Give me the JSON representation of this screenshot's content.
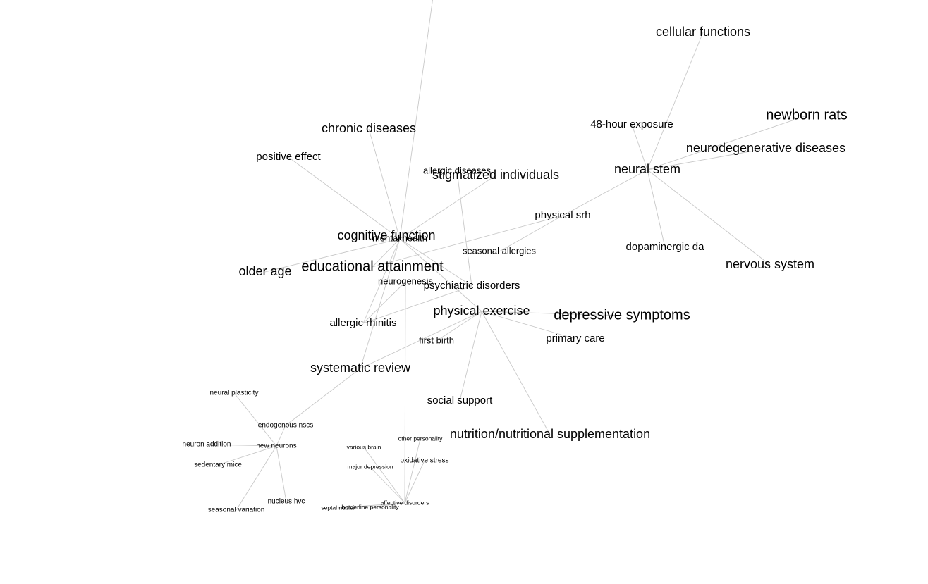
{
  "graph": {
    "nodes": [
      {
        "id": "cellular_functions",
        "label": "cellular functions",
        "tier": 3
      },
      {
        "id": "newborn_rats",
        "label": "newborn rats",
        "tier": 4
      },
      {
        "id": "exposure_48h",
        "label": "48-hour exposure",
        "tier": 2
      },
      {
        "id": "neurodegenerative_diseases",
        "label": "neurodegenerative diseases",
        "tier": 3
      },
      {
        "id": "neural_stem",
        "label": "neural stem",
        "tier": 3
      },
      {
        "id": "dopaminergic_da",
        "label": "dopaminergic da",
        "tier": 2
      },
      {
        "id": "nervous_system",
        "label": "nervous system",
        "tier": 3
      },
      {
        "id": "chronic_diseases",
        "label": "chronic diseases",
        "tier": 3
      },
      {
        "id": "positive_effect",
        "label": "positive effect",
        "tier": 2
      },
      {
        "id": "allergic_diseases",
        "label": "allergic diseases",
        "tier": 1
      },
      {
        "id": "stigmatized_individuals",
        "label": "stigmatized individuals",
        "tier": 3
      },
      {
        "id": "physical_srh",
        "label": "physical srh",
        "tier": 2
      },
      {
        "id": "cognitive_function",
        "label": "cognitive function",
        "tier": 3
      },
      {
        "id": "mental_health",
        "label": "mental health",
        "tier": 1
      },
      {
        "id": "seasonal_allergies",
        "label": "seasonal allergies",
        "tier": 1
      },
      {
        "id": "older_age",
        "label": "older age",
        "tier": 3
      },
      {
        "id": "educational_attainment",
        "label": "educational attainment",
        "tier": 4
      },
      {
        "id": "neurogenesis",
        "label": "neurogenesis",
        "tier": 1
      },
      {
        "id": "psychiatric_disorders",
        "label": "psychiatric disorders",
        "tier": 2
      },
      {
        "id": "physical_exercise",
        "label": "physical exercise",
        "tier": 3
      },
      {
        "id": "depressive_symptoms",
        "label": "depressive symptoms",
        "tier": 4
      },
      {
        "id": "allergic_rhinitis",
        "label": "allergic rhinitis",
        "tier": 2
      },
      {
        "id": "primary_care",
        "label": "primary care",
        "tier": 2
      },
      {
        "id": "first_birth",
        "label": "first birth",
        "tier": 1
      },
      {
        "id": "systematic_review",
        "label": "systematic review",
        "tier": 3
      },
      {
        "id": "social_support",
        "label": "social support",
        "tier": 2
      },
      {
        "id": "nutrition_supplementation",
        "label": "nutrition/nutritional supplementation",
        "tier": 3
      },
      {
        "id": "neural_plasticity",
        "label": "neural plasticity",
        "tier": 0
      },
      {
        "id": "endogenous_nscs",
        "label": "endogenous nscs",
        "tier": 0
      },
      {
        "id": "neuron_addition",
        "label": "neuron addition",
        "tier": 0
      },
      {
        "id": "new_neurons",
        "label": "new neurons",
        "tier": 0
      },
      {
        "id": "sedentary_mice",
        "label": "sedentary mice",
        "tier": 0
      },
      {
        "id": "nucleus_hvc",
        "label": "nucleus hvc",
        "tier": 0
      },
      {
        "id": "seasonal_variation",
        "label": "seasonal variation",
        "tier": 0
      },
      {
        "id": "other_personality",
        "label": "other personality",
        "tier": -1
      },
      {
        "id": "various_brain",
        "label": "various brain",
        "tier": -1
      },
      {
        "id": "oxidative_stress",
        "label": "oxidative stress",
        "tier": 0
      },
      {
        "id": "major_depression",
        "label": "major depression",
        "tier": -1
      },
      {
        "id": "affective_disorders",
        "label": "affective disorders",
        "tier": -1
      },
      {
        "id": "septal_nuclei",
        "label": "septal nuclei",
        "tier": -1
      },
      {
        "id": "borderline_personality",
        "label": "borderline personality",
        "tier": -1
      }
    ],
    "edges": [
      [
        "neural_stem",
        "cellular_functions"
      ],
      [
        "neural_stem",
        "newborn_rats"
      ],
      [
        "neural_stem",
        "exposure_48h"
      ],
      [
        "neural_stem",
        "neurodegenerative_diseases"
      ],
      [
        "neural_stem",
        "dopaminergic_da"
      ],
      [
        "neural_stem",
        "nervous_system"
      ],
      [
        "neural_stem",
        "physical_srh"
      ],
      [
        "physical_srh",
        "educational_attainment"
      ],
      [
        "seasonal_allergies",
        "physical_srh"
      ],
      [
        "mental_health",
        "chronic_diseases"
      ],
      [
        "mental_health",
        "positive_effect"
      ],
      [
        "mental_health",
        "stigmatized_individuals"
      ],
      [
        "mental_health",
        "older_age"
      ],
      [
        "mental_health",
        "educational_attainment"
      ],
      [
        "mental_health",
        "psychiatric_disorders"
      ],
      [
        "mental_health",
        "allergic_rhinitis"
      ],
      [
        "mental_health",
        "systematic_review"
      ],
      [
        "mental_health",
        "physical_exercise"
      ],
      [
        "mental_health",
        "top_offscreen"
      ],
      [
        "allergic_diseases",
        "psychiatric_disorders"
      ],
      [
        "neurogenesis",
        "affective_disorders"
      ],
      [
        "neurogenesis",
        "allergic_rhinitis"
      ],
      [
        "physical_exercise",
        "depressive_symptoms"
      ],
      [
        "physical_exercise",
        "primary_care"
      ],
      [
        "physical_exercise",
        "social_support"
      ],
      [
        "physical_exercise",
        "nutrition_supplementation"
      ],
      [
        "physical_exercise",
        "first_birth"
      ],
      [
        "physical_exercise",
        "systematic_review"
      ],
      [
        "psychiatric_disorders",
        "allergic_rhinitis"
      ],
      [
        "systematic_review",
        "endogenous_nscs"
      ],
      [
        "endogenous_nscs",
        "new_neurons"
      ],
      [
        "neural_plasticity",
        "new_neurons"
      ],
      [
        "neuron_addition",
        "new_neurons"
      ],
      [
        "sedentary_mice",
        "new_neurons"
      ],
      [
        "nucleus_hvc",
        "new_neurons"
      ],
      [
        "seasonal_variation",
        "new_neurons"
      ],
      [
        "affective_disorders",
        "other_personality"
      ],
      [
        "affective_disorders",
        "various_brain"
      ],
      [
        "affective_disorders",
        "oxidative_stress"
      ],
      [
        "affective_disorders",
        "major_depression"
      ],
      [
        "affective_disorders",
        "borderline_personality"
      ],
      [
        "affective_disorders",
        "septal_nuclei"
      ]
    ]
  }
}
